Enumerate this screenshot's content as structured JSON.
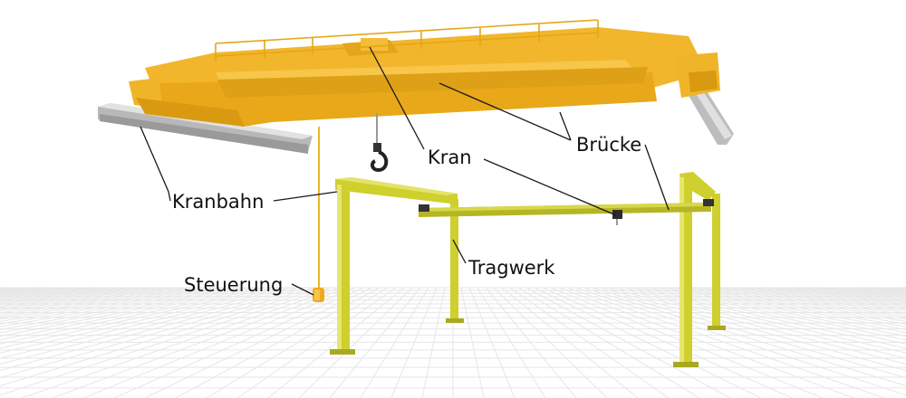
{
  "labels": {
    "kranbahn": "Kranbahn",
    "kran": "Kran",
    "bruecke": "Brücke",
    "tragwerk": "Tragwerk",
    "steuerung": "Steuerung"
  },
  "colors": {
    "crane_yellow": "#f0b429",
    "crane_yellow_dark": "#d99a12",
    "crane_yellow_light": "#f7c64a",
    "structure_yellow": "#cfcf2e",
    "structure_yellow_dark": "#a9a920",
    "rail_steel": "#c9c9c9",
    "grid_line": "#e6e6e6"
  },
  "icons": [
    "hook-icon",
    "pendant-control-icon"
  ]
}
